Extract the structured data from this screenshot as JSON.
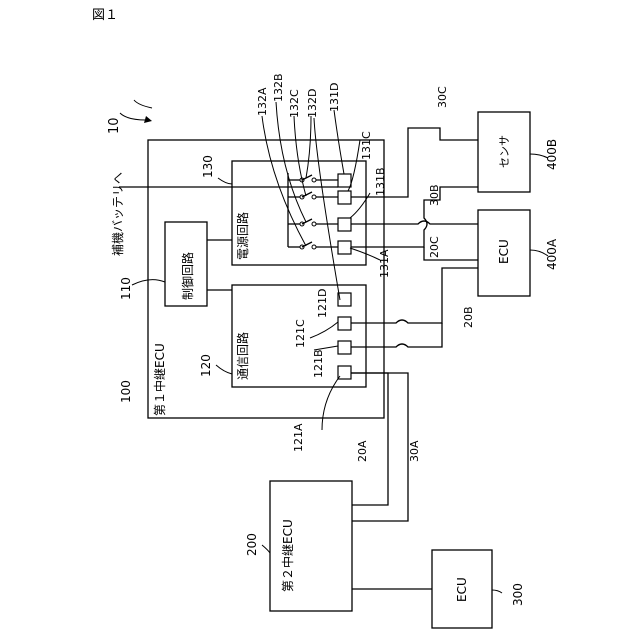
{
  "figure_title": "図１",
  "reference_10": "10",
  "aux_battery_label": "補機バッテリへ",
  "first_ecu": {
    "ref": "100",
    "label": "第１中継ECU"
  },
  "control_circuit": {
    "ref": "110",
    "label": "制御回路"
  },
  "comm_circuit": {
    "ref": "120",
    "label": "通信回路"
  },
  "power_circuit": {
    "ref": "130",
    "label": "電源回路"
  },
  "second_ecu": {
    "ref": "200",
    "label": "第２中継ECU"
  },
  "ecu_300": {
    "ref": "300",
    "label": "ECU"
  },
  "ecu_400a": {
    "ref": "400A",
    "label": "ECU"
  },
  "sensor_400b": {
    "ref": "400B",
    "label": "センサ"
  },
  "comm_ports": [
    "121A",
    "121B",
    "121C",
    "121D"
  ],
  "power_ports": [
    "131A",
    "131B",
    "131C",
    "131D"
  ],
  "switches": [
    "132A",
    "132B",
    "132C",
    "132D"
  ],
  "comm_lines": [
    "20A",
    "20B",
    "20C"
  ],
  "power_lines": [
    "30A",
    "30B",
    "30C"
  ]
}
